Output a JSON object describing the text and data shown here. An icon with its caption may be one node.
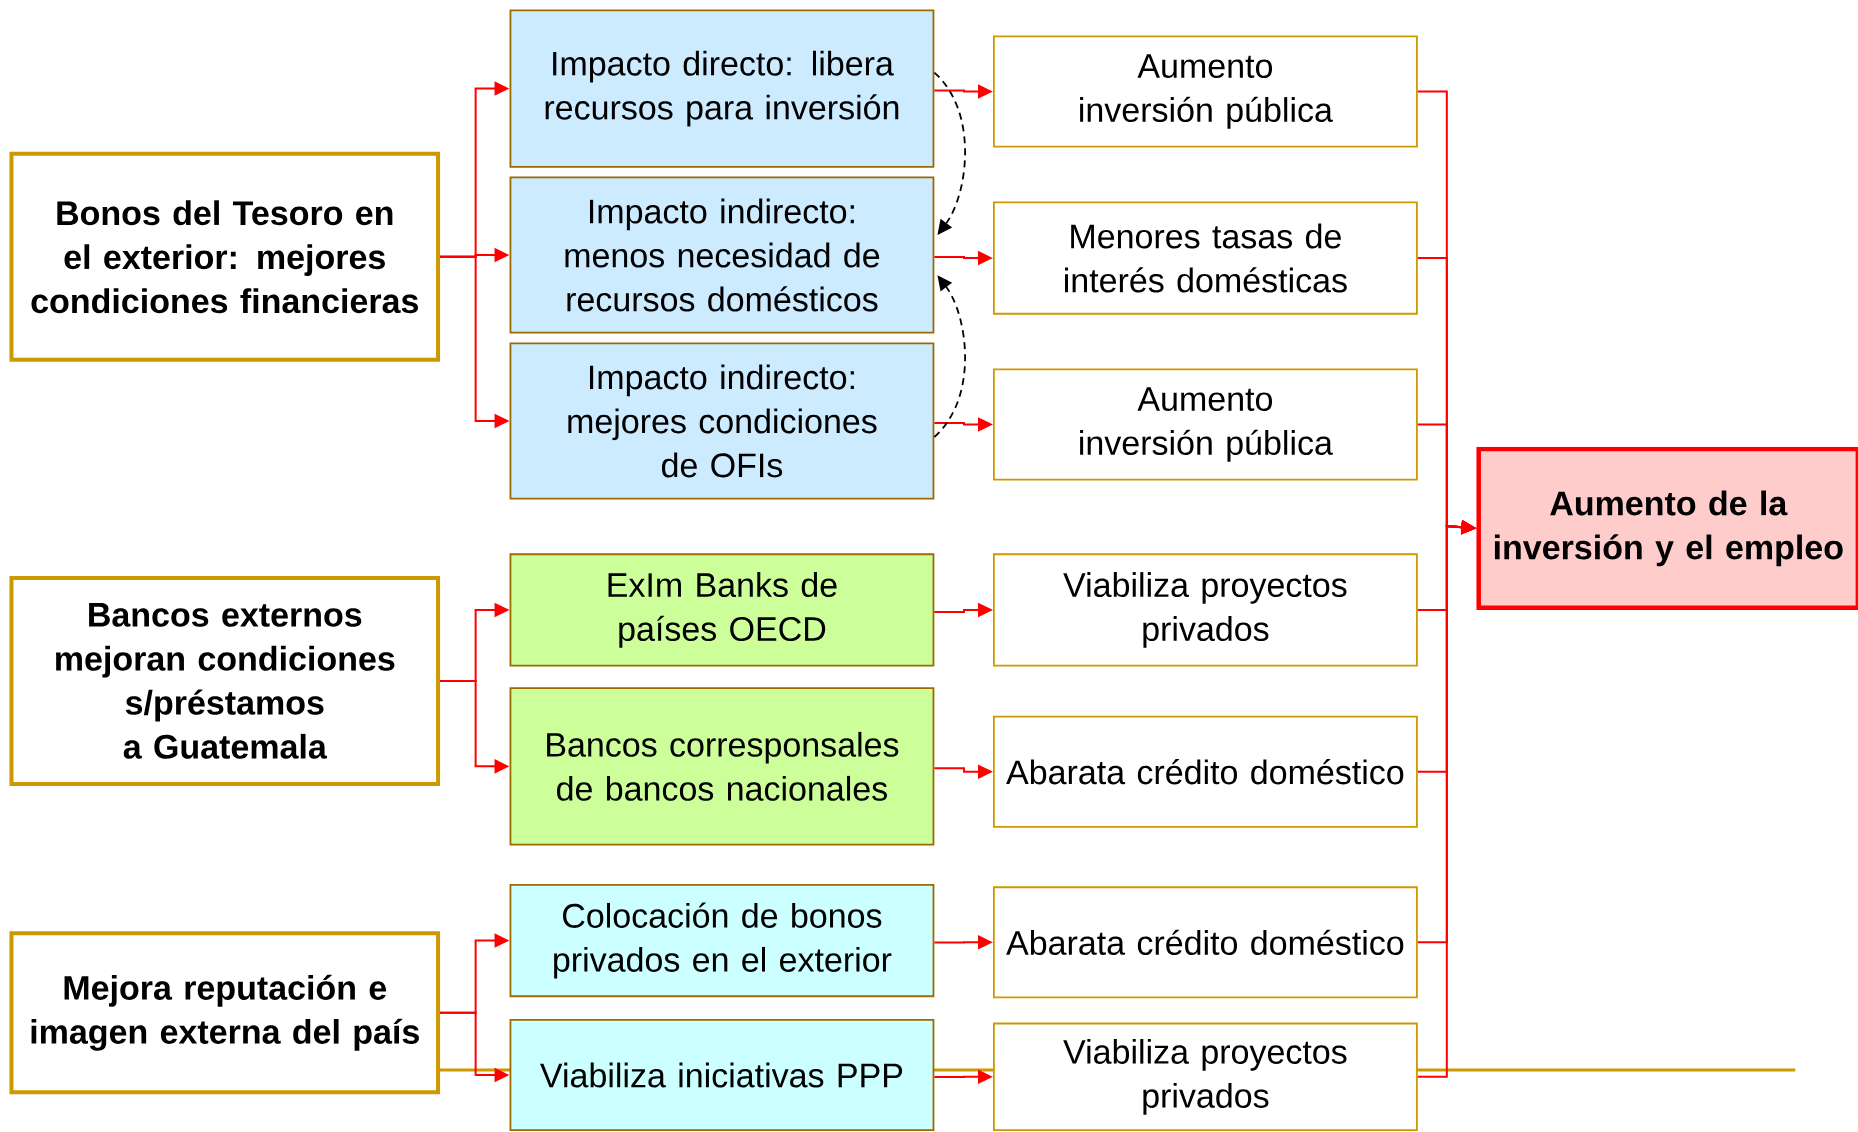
{
  "diagram": {
    "nodes": [
      {
        "text": [
          "Bonos del Tesoro en el exterior: mejores condiciones financieras"
        ]
      },
      {
        "text": [
          "Impacto directo: libera recursos para inversión"
        ]
      },
      {
        "text": [
          "Impacto indirecto: menos necesidad de recursos  domésticos"
        ]
      },
      {
        "text": [
          "Impacto indirecto: mejores condiciones de OFIs"
        ]
      },
      {
        "text": [
          "Aumento inversión pública"
        ]
      },
      {
        "text": [
          "Menores tasas de interés domésticas"
        ]
      },
      {
        "text": [
          "Aumento inversión pública"
        ]
      },
      {
        "text": [
          "Aumento de la inversión y el empleo"
        ]
      },
      {
        "text": [
          "Bancos externos mejoran condiciones s/préstamos a Guatemala"
        ]
      },
      {
        "text": [
          "ExIm Banks de países OECD"
        ]
      },
      {
        "text": [
          "Bancos corresponsales de bancos nacionales"
        ]
      },
      {
        "text": [
          "Viabiliza proyectos privados"
        ]
      },
      {
        "text": [
          "Abarata crédito doméstico"
        ]
      },
      {
        "text": [
          "Mejora reputación e imagen externa del país"
        ]
      },
      {
        "text": [
          "Colocación de bonos privados en el exterior"
        ]
      },
      {
        "text": [
          "Viabiliza iniciativas PPP"
        ]
      },
      {
        "text": [
          "Abarata crédito doméstico"
        ]
      },
      {
        "text": [
          "Viabiliza proyectos privados"
        ]
      }
    ],
    "edges": [
      {
        "from": 0,
        "to": 1,
        "arrow": "to"
      },
      {
        "from": 0,
        "to": 2,
        "arrow": "to"
      },
      {
        "from": 0,
        "to": 3,
        "arrow": "to"
      },
      {
        "from": 1,
        "to": 4,
        "arrow": "to"
      },
      {
        "from": 2,
        "to": 5,
        "arrow": "to"
      },
      {
        "from": 3,
        "to": 6,
        "arrow": "to"
      },
      {
        "from": 1,
        "to": 2,
        "arrow": "to",
        "style": "dashed",
        "color": "#000000"
      },
      {
        "from": 3,
        "to": 2,
        "arrow": "to",
        "style": "dashed",
        "color": "#000000"
      },
      {
        "from": 4,
        "to": 7,
        "arrow": "to"
      },
      {
        "from": 5,
        "to": 7,
        "arrow": "to"
      },
      {
        "from": 6,
        "to": 7,
        "arrow": "to"
      },
      {
        "from": 11,
        "to": 7,
        "arrow": "to"
      },
      {
        "from": 12,
        "to": 7,
        "arrow": "to"
      },
      {
        "from": 16,
        "to": 7,
        "arrow": "to"
      },
      {
        "from": 17,
        "to": 7,
        "arrow": "to"
      },
      {
        "from": 8,
        "to": 9,
        "arrow": "to"
      },
      {
        "from": 8,
        "to": 10,
        "arrow": "to"
      },
      {
        "from": 9,
        "to": 11,
        "arrow": "to"
      },
      {
        "from": 10,
        "to": 12,
        "arrow": "to"
      },
      {
        "from": 13,
        "to": 14,
        "arrow": "to"
      },
      {
        "from": 13,
        "to": 15,
        "arrow": "to"
      },
      {
        "from": 14,
        "to": 16,
        "arrow": "to"
      },
      {
        "from": 15,
        "to": 17,
        "arrow": "to"
      }
    ]
  }
}
